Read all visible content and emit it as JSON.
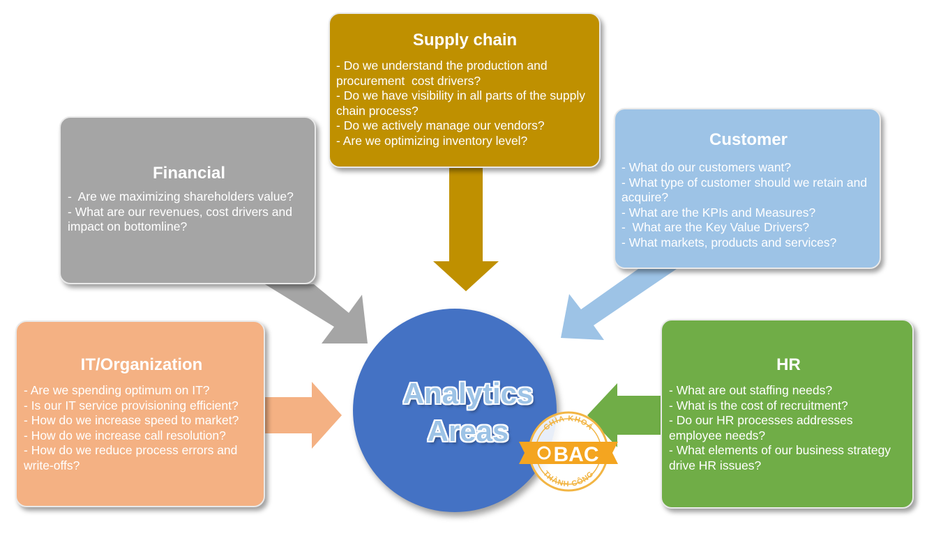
{
  "center": {
    "title": "Analytics\nAreas"
  },
  "logo": {
    "text_top": "CHÌA KHOÁ",
    "text_main": "BAC",
    "text_bottom": "THÀNH CÔNG"
  },
  "colors": {
    "supply_chain": "#bf9000",
    "financial": "#a5a5a5",
    "customer": "#9dc3e6",
    "it_organization": "#f4b183",
    "hr": "#70ad47",
    "center": "#4472c4"
  },
  "boxes": {
    "supply_chain": {
      "title": "Supply chain",
      "items": [
        "- Do we understand the production and procurement  cost drivers?",
        "- Do we have visibility in all parts of the supply chain process?",
        "- Do we actively manage our vendors?",
        "- Are we optimizing inventory level?"
      ]
    },
    "financial": {
      "title": "Financial",
      "items": [
        "-  Are we maximizing shareholders value?",
        "- What are our revenues, cost drivers and impact on bottomline?"
      ]
    },
    "customer": {
      "title": "Customer",
      "items": [
        "- What do our customers want?",
        "- What type of customer should we retain and acquire?",
        "- What are the KPIs and Measures?",
        "-  What are the Key Value Drivers?",
        "- What markets, products and services?"
      ]
    },
    "it_organization": {
      "title": "IT/Organization",
      "items": [
        "- Are we spending optimum on IT?",
        "- Is our IT service provisioning efficient?",
        "- How do we increase speed to market?",
        "- How do we increase call resolution?",
        "- How do we reduce process errors and write-offs?"
      ]
    },
    "hr": {
      "title": "HR",
      "items": [
        "- What are out staffing needs?",
        "- What is the cost of recruitment?",
        "- Do our HR processes addresses employee needs?",
        "- What elements of our business strategy drive HR issues?"
      ]
    }
  }
}
